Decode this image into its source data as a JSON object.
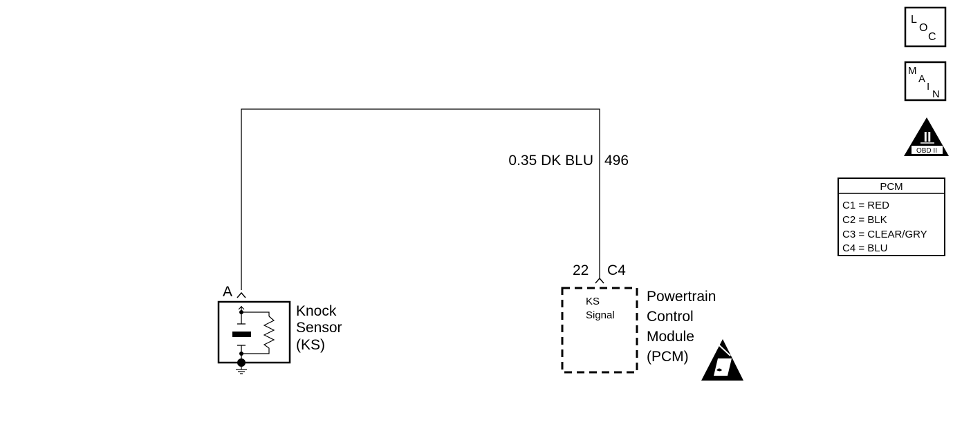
{
  "wire": {
    "size_color": "0.35 DK BLU",
    "circuit": "496"
  },
  "sensor": {
    "pin": "A",
    "name_lines": [
      "Knock",
      "Sensor",
      "(KS)"
    ]
  },
  "pcm": {
    "pin": "22",
    "connector": "C4",
    "signal_lines": [
      "KS",
      "Signal"
    ],
    "name_lines": [
      "Powertrain",
      "Control",
      "Module",
      "(PCM)"
    ],
    "esd_icon": "esd-warning-icon"
  },
  "nav": {
    "loc_letters": [
      "L",
      "O",
      "C"
    ],
    "main_letters": [
      "M",
      "A",
      "I",
      "N"
    ],
    "obd": {
      "numeral": "II",
      "label": "OBD II"
    }
  },
  "legend": {
    "title": "PCM",
    "rows": [
      "C1 = RED",
      "C2 = BLK",
      "C3 = CLEAR/GRY",
      "C4 = BLU"
    ]
  }
}
